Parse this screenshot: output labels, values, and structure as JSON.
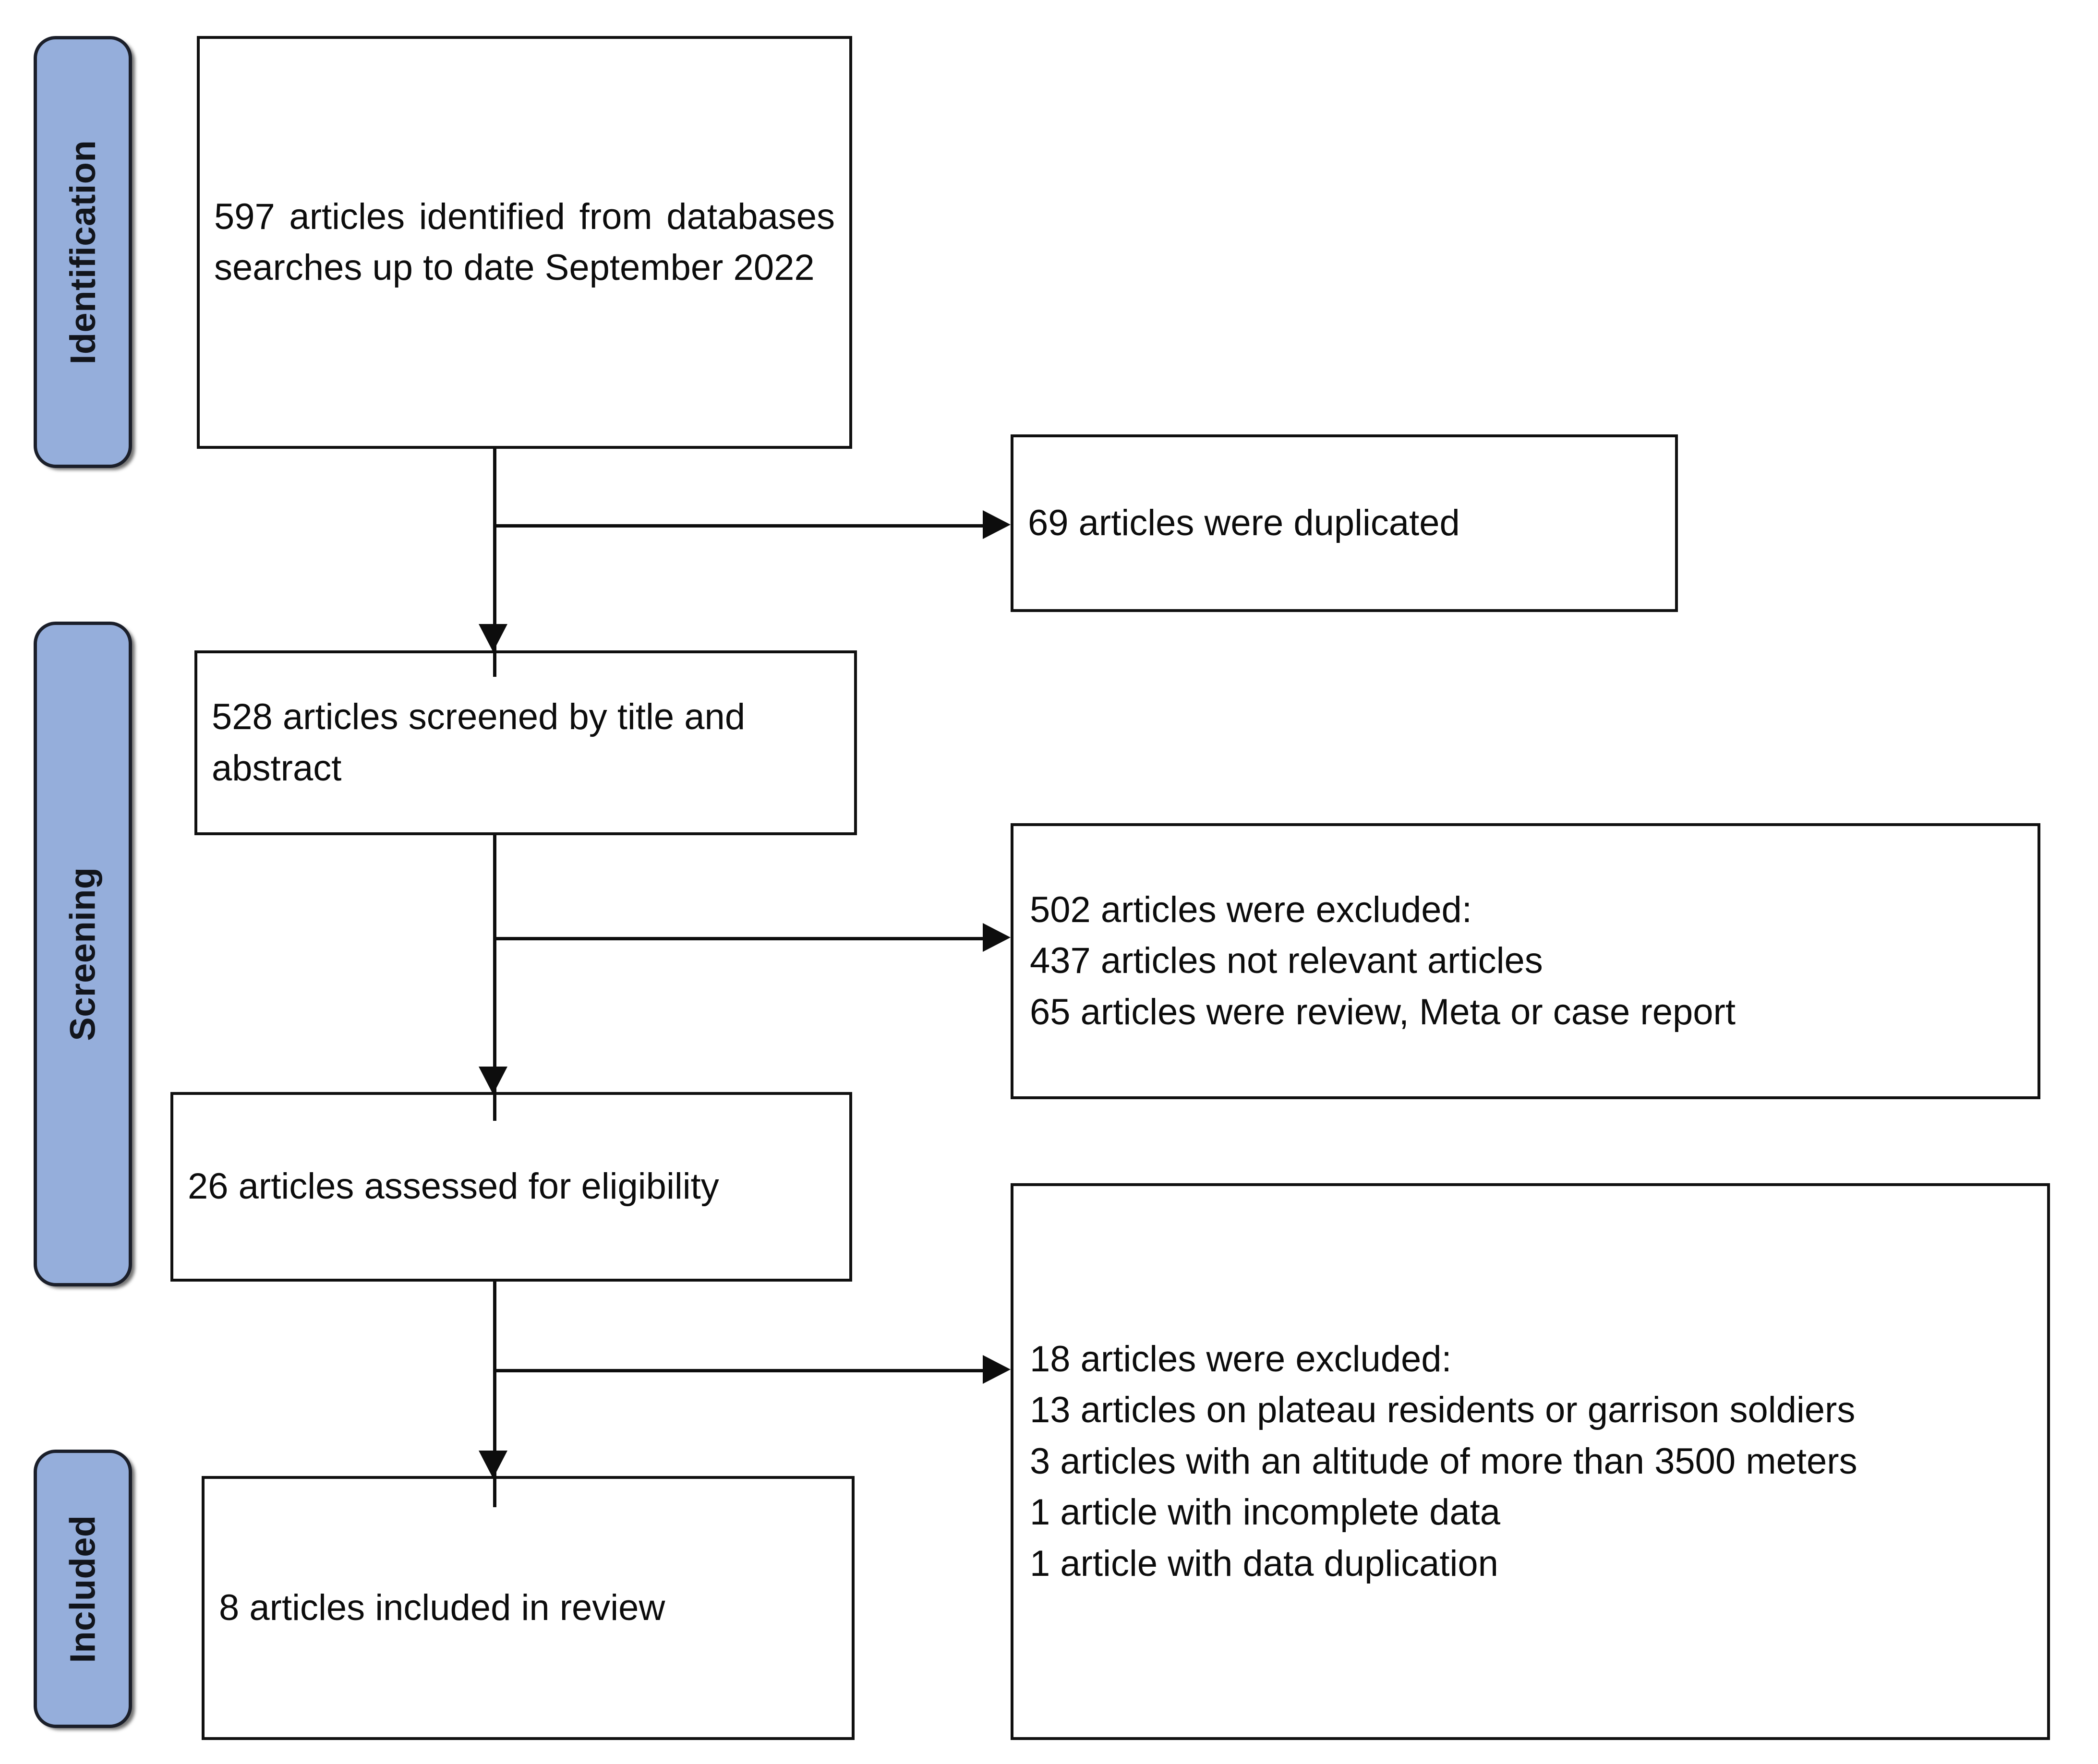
{
  "diagram": {
    "title": "PRISMA study selection flow diagram",
    "accent_color": "#95AEDB",
    "line_color": "#0d0d0d"
  },
  "stages": [
    {
      "id": "identification",
      "label": "Identification"
    },
    {
      "id": "screening",
      "label": "Screening"
    },
    {
      "id": "included",
      "label": "Included"
    }
  ],
  "boxes": {
    "identified": {
      "text": "597 articles identified from databases searches up to date September 2022"
    },
    "duplicated": {
      "text": "69 articles were duplicated"
    },
    "screened": {
      "text": "528 articles screened by title and abstract"
    },
    "excluded_screening": {
      "lines": [
        "502 articles were excluded:",
        "437 articles not relevant articles",
        "65 articles were review, Meta or case report"
      ]
    },
    "eligibility": {
      "text": "26 articles assessed for eligibility"
    },
    "excluded_eligibility": {
      "lines": [
        "18 articles were excluded:",
        "13 articles on plateau residents or garrison soldiers",
        "3 articles with an altitude of more than 3500 meters",
        "1 article with incomplete data",
        "1 article with data duplication"
      ]
    },
    "included": {
      "text": "8 articles included in review"
    }
  },
  "counts": {
    "identified": 597,
    "duplicated": 69,
    "screened": 528,
    "excluded_screening_total": 502,
    "excluded_not_relevant": 437,
    "excluded_review_meta_case": 65,
    "assessed_eligibility": 26,
    "excluded_eligibility_total": 18,
    "excluded_plateau_garrison": 13,
    "excluded_altitude_3500": 3,
    "excluded_incomplete_data": 1,
    "excluded_data_duplication": 1,
    "included": 8
  }
}
